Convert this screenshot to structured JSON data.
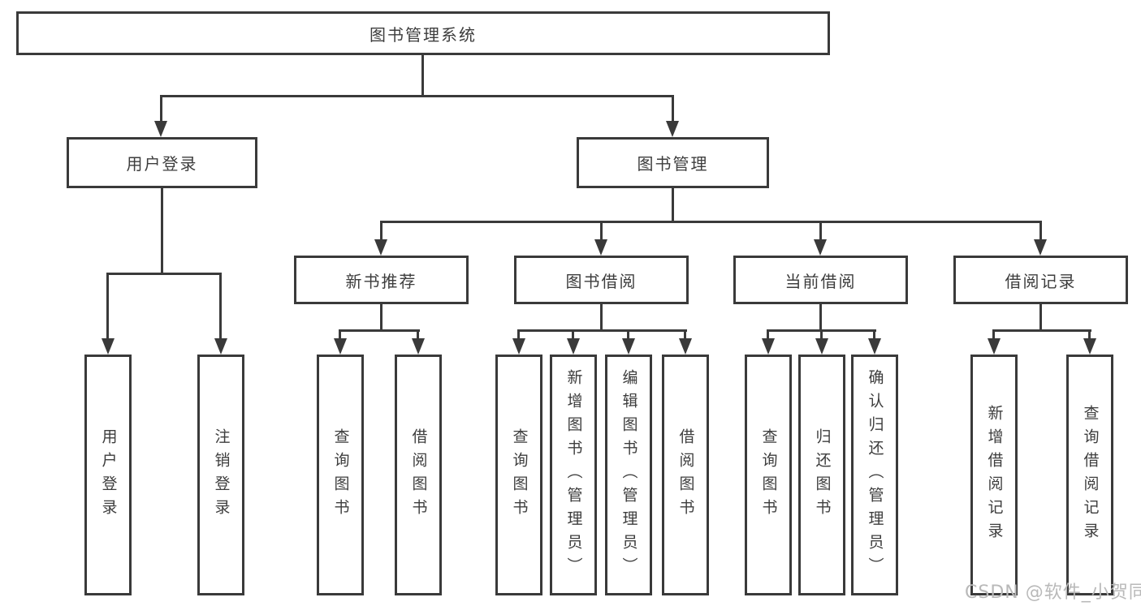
{
  "diagram": {
    "root": {
      "label": "图书管理系统"
    },
    "level2": [
      {
        "label": "用户登录"
      },
      {
        "label": "图书管理"
      }
    ],
    "level3": [
      {
        "label": "新书推荐"
      },
      {
        "label": "图书借阅"
      },
      {
        "label": "当前借阅"
      },
      {
        "label": "借阅记录"
      }
    ],
    "leaves": {
      "login": [
        "用户登录",
        "注销登录"
      ],
      "recommend": [
        "查询图书",
        "借阅图书"
      ],
      "borrow": [
        "查询图书",
        "新增图书（管理员）",
        "编辑图书（管理员）",
        "借阅图书"
      ],
      "current": [
        "查询图书",
        "归还图书",
        "确认归还（管理员）"
      ],
      "records": [
        "新增借阅记录",
        "查询借阅记录"
      ]
    }
  },
  "watermark": {
    "text": "CSDN @软件_小贺同学"
  },
  "colors": {
    "line": "#3a3a3a",
    "text": "#3d3d3d",
    "watermark": "#b9b9b9",
    "background": "#ffffff"
  }
}
